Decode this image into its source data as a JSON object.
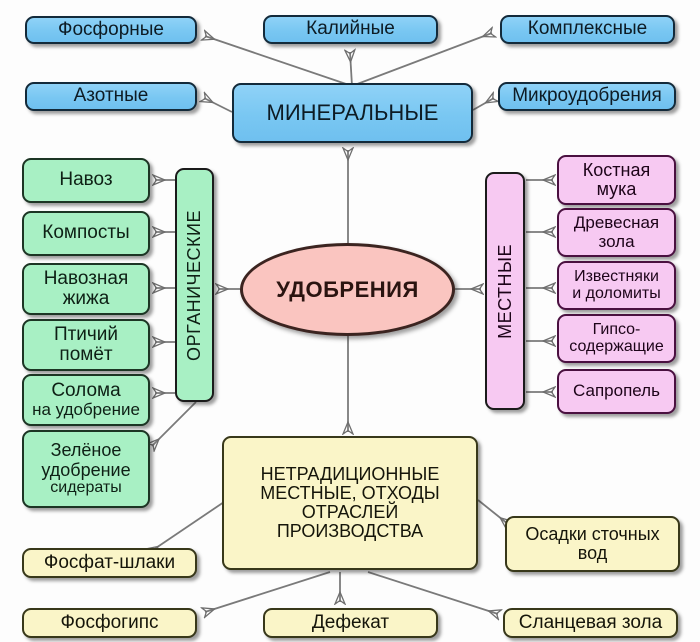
{
  "diagram": {
    "title": "УДОБРЕНИЯ",
    "center": {
      "label": "УДОБРЕНИЯ"
    },
    "branches": {
      "mineral": {
        "label": "МИНЕРАЛЬНЫЕ",
        "color": "#79c7f2",
        "children": [
          {
            "label": "Фосфорные"
          },
          {
            "label": "Калийные"
          },
          {
            "label": "Комплексные"
          },
          {
            "label": "Азотные"
          },
          {
            "label": "Микроудобрения"
          }
        ]
      },
      "organic": {
        "label": "ОРГАНИЧЕСКИЕ",
        "color": "#a8f0c4",
        "children": [
          {
            "label": "Навоз"
          },
          {
            "label": "Компосты"
          },
          {
            "line1": "Навозная",
            "line2": "жижа"
          },
          {
            "line1": "Птичий",
            "line2": "помёт"
          },
          {
            "line1": "Солома",
            "line2": "на удобрение"
          },
          {
            "line1": "Зелёное",
            "line2": "удобрение",
            "line3": "сидераты"
          }
        ]
      },
      "local": {
        "label": "МЕСТНЫЕ",
        "color": "#f7c9f2",
        "children": [
          {
            "line1": "Костная",
            "line2": "мука"
          },
          {
            "line1": "Древесная",
            "line2": "зола"
          },
          {
            "line1": "Известняки",
            "line2": "и доломиты"
          },
          {
            "line1": "Гипсо-",
            "line2": "содержащие"
          },
          {
            "line1": "Сапропель"
          }
        ]
      },
      "nontraditional": {
        "label_line1": "НЕТРАДИЦИОННЫЕ",
        "label_line2": "МЕСТНЫЕ, ОТХОДЫ",
        "label_line3": "ОТРАСЛЕЙ",
        "label_line4": "ПРОИЗВОДСТВА",
        "color": "#faf5c8",
        "children": [
          {
            "label": "Фосфат-шлаки"
          },
          {
            "line1": "Осадки сточных",
            "line2": "вод"
          },
          {
            "label": "Фосфогипс"
          },
          {
            "label": "Дефекат"
          },
          {
            "label": "Сланцевая зола"
          }
        ]
      }
    },
    "arrow_color": "#6e6e6e"
  }
}
